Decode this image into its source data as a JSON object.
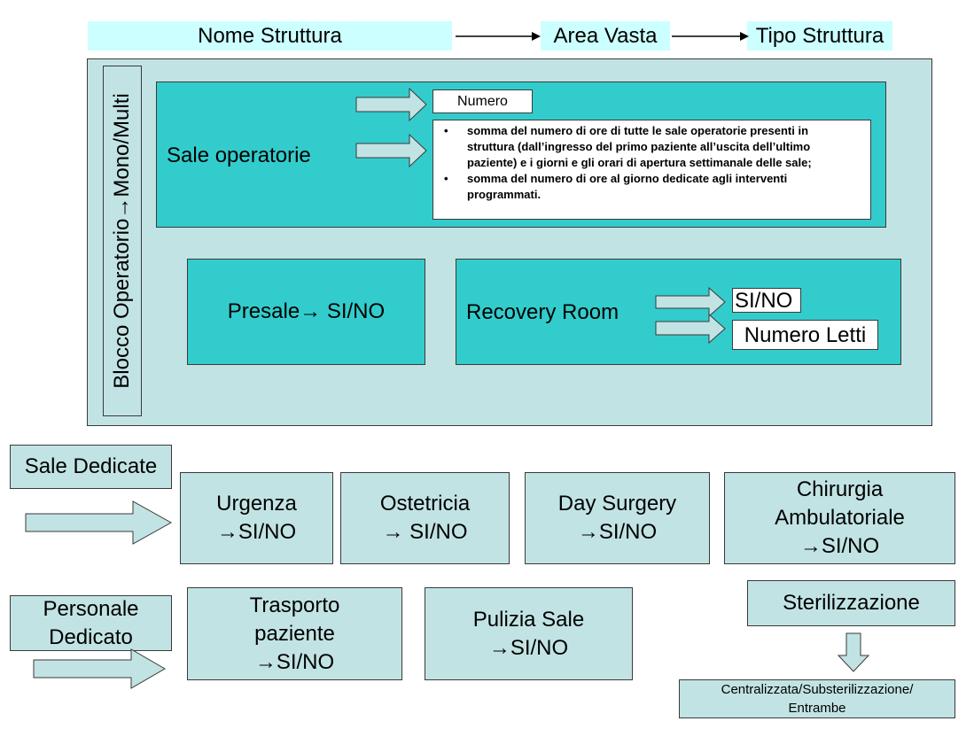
{
  "header": {
    "nome_struttura": "Nome Struttura",
    "area_vasta": "Area Vasta",
    "tipo_struttura": "Tipo Struttura"
  },
  "blocco": {
    "vertical_label": "Blocco Operatorio→Mono/Multi",
    "sale_operatorie": "Sale operatorie",
    "numero": "Numero",
    "bullets": [
      "somma del numero di ore di tutte le sale operatorie presenti in struttura (dall’ingresso del primo paziente all’uscita dell’ultimo paziente) e i giorni e gli orari di apertura settimanale delle sale;",
      "somma del numero di ore al giorno dedicate agli interventi programmati."
    ],
    "bullet_char": "•",
    "presale": "Presale→ SI/NO",
    "recovery_room": "Recovery Room",
    "si_no": "SI/NO",
    "numero_letti": "Numero Letti"
  },
  "sale_dedicate": {
    "label": "Sale Dedicate",
    "items": [
      {
        "title": "Urgenza",
        "value": "→SI/NO"
      },
      {
        "title": "Ostetricia",
        "value": "→ SI/NO"
      },
      {
        "title": "Day Surgery",
        "value": "→SI/NO"
      },
      {
        "title": "Chirurgia Ambulatoriale",
        "value": "→SI/NO"
      }
    ]
  },
  "personale_dedicato": {
    "label": "Personale Dedicato",
    "items": [
      {
        "title": "Trasporto paziente",
        "value": "→SI/NO"
      },
      {
        "title": "Pulizia Sale",
        "value": "→SI/NO"
      }
    ]
  },
  "sterilizzazione": {
    "label": "Sterilizzazione",
    "options": "Centralizzata/Substerilizzazione/ Entrambe"
  },
  "colors": {
    "light": "#c2e3e3",
    "teal": "#33cccc",
    "header_fill": "#ccffff"
  }
}
